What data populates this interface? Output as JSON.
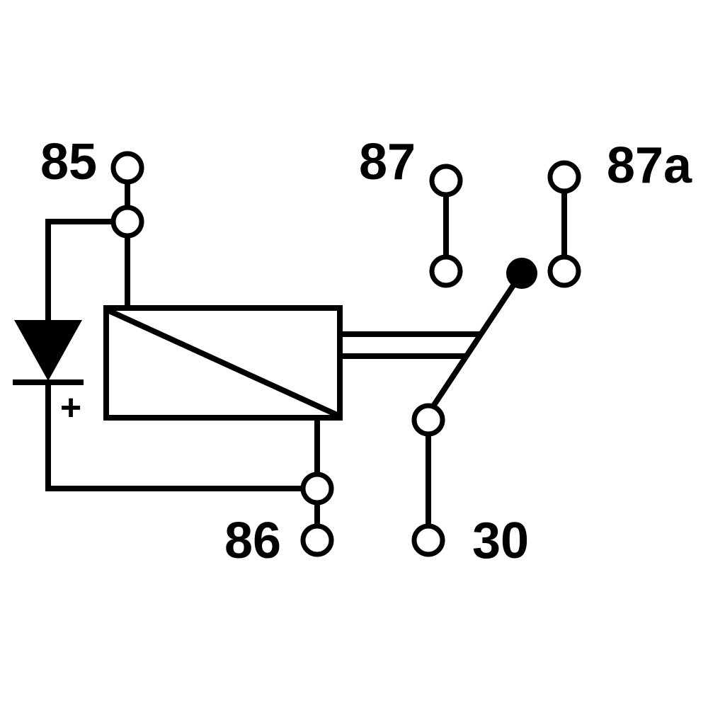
{
  "title": "Automotive changeover relay circuit diagram with protection diode",
  "colors": {
    "line": "#000000",
    "background": "#ffffff",
    "contact_fill": "#000000"
  },
  "labels": {
    "pin85": "85",
    "pin87": "87",
    "pin87a": "87a",
    "pin86": "86",
    "pin30": "30",
    "diode_plus": "+"
  },
  "icons": {
    "diode": "diode-triangle-with-cathode-bar",
    "terminal": "open-circle-terminal",
    "moving_contact": "filled-circle-contact",
    "coil": "rectangle-with-diagonal"
  }
}
